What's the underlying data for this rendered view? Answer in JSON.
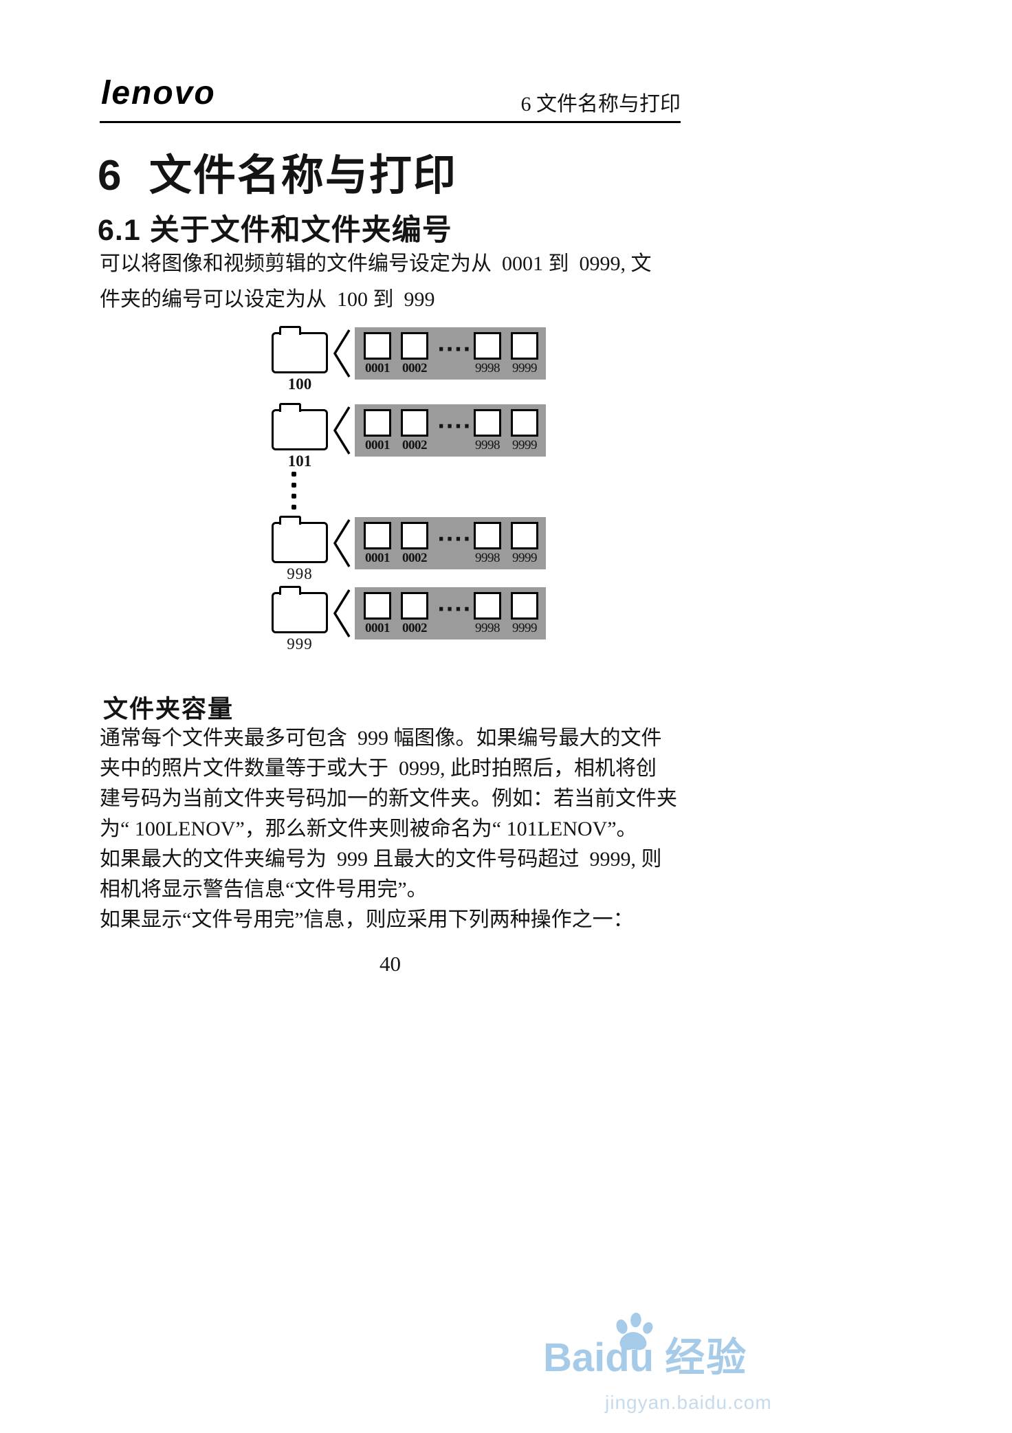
{
  "header": {
    "logo_text": "lenovo",
    "chapter_title": "6 文件名称与打印"
  },
  "main": {
    "title": "6  文件名称与打印",
    "section_title": "6.1 关于文件和文件夹编号",
    "intro_lines": [
      "可以将图像和视频剪辑的文件编号设定为从  0001 到  0999, 文",
      "件夹的编号可以设定为从  100 到  999"
    ]
  },
  "diagram": {
    "dots_horizontal": "····",
    "rows": [
      {
        "folder_label": "100",
        "files": [
          "0001",
          "0002",
          "9998",
          "9999"
        ]
      },
      {
        "folder_label": "101",
        "files": [
          "0001",
          "0002",
          "9998",
          "9999"
        ]
      },
      {
        "folder_label": "998",
        "files": [
          "0001",
          "0002",
          "9998",
          "9999"
        ]
      },
      {
        "folder_label": "999",
        "files": [
          "0001",
          "0002",
          "9998",
          "9999"
        ]
      }
    ]
  },
  "capacity": {
    "heading": "文件夹容量",
    "lines": [
      "通常每个文件夹最多可包含  999 幅图像。如果编号最大的文件",
      "夹中的照片文件数量等于或大于  0999, 此时拍照后，相机将创",
      "建号码为当前文件夹号码加一的新文件夹。例如：若当前文件夹",
      "为“ 100LENOV”，那么新文件夹则被命名为“ 101LENOV”。",
      "如果最大的文件夹编号为  999 且最大的文件号码超过  9999, 则",
      "相机将显示警告信息“文件号用完”。",
      "如果显示“文件号用完”信息，则应采用下列两种操作之一："
    ]
  },
  "footer": {
    "page_number": "40"
  },
  "watermark": {
    "brand_latin": "Baidu",
    "brand_cn": "经验",
    "url": "jingyan.baidu.com"
  }
}
